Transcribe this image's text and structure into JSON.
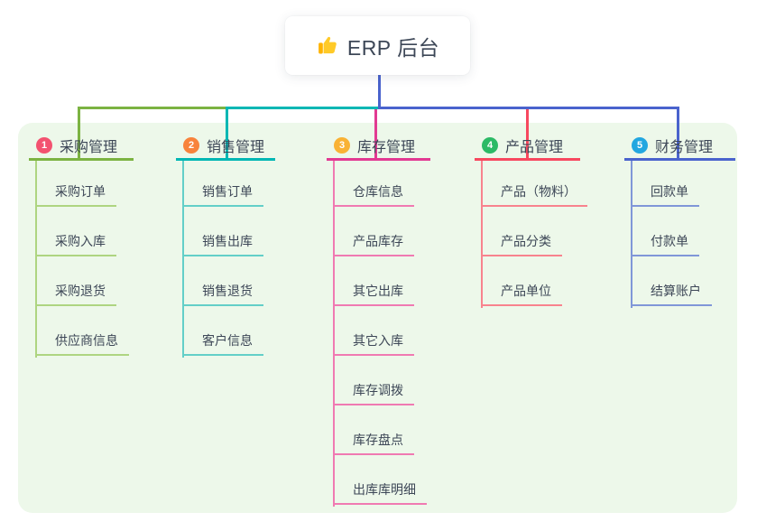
{
  "root": {
    "title": "ERP 后台"
  },
  "branches": [
    {
      "index": "1",
      "label": "采购管理",
      "badge_color": "#f35270",
      "line_color": "#7cb342",
      "child_line_color": "#aed581",
      "children": [
        "采购订单",
        "采购入库",
        "采购退货",
        "供应商信息"
      ]
    },
    {
      "index": "2",
      "label": "销售管理",
      "badge_color": "#f8833c",
      "line_color": "#00b7b4",
      "child_line_color": "#63cfc8",
      "children": [
        "销售订单",
        "销售出库",
        "销售退货",
        "客户信息"
      ]
    },
    {
      "index": "3",
      "label": "库存管理",
      "badge_color": "#f9b234",
      "line_color": "#e23a92",
      "child_line_color": "#f07ab2",
      "children": [
        "仓库信息",
        "产品库存",
        "其它出库",
        "其它入库",
        "库存调拨",
        "库存盘点",
        "出库库明细"
      ]
    },
    {
      "index": "4",
      "label": "产品管理",
      "badge_color": "#2cba66",
      "line_color": "#f7485f",
      "child_line_color": "#f8838e",
      "children": [
        "产品（物料）",
        "产品分类",
        "产品单位"
      ]
    },
    {
      "index": "5",
      "label": "财务管理",
      "badge_color": "#22a7e0",
      "line_color": "#4a63cd",
      "child_line_color": "#8097d8",
      "children": [
        "回款单",
        "付款单",
        "结算账户"
      ]
    }
  ],
  "colors": {
    "panel_bg": "#edf8ea",
    "text": "#3d4757",
    "node_bg": "#ffffff",
    "icon_yellow": "#ffca28"
  }
}
